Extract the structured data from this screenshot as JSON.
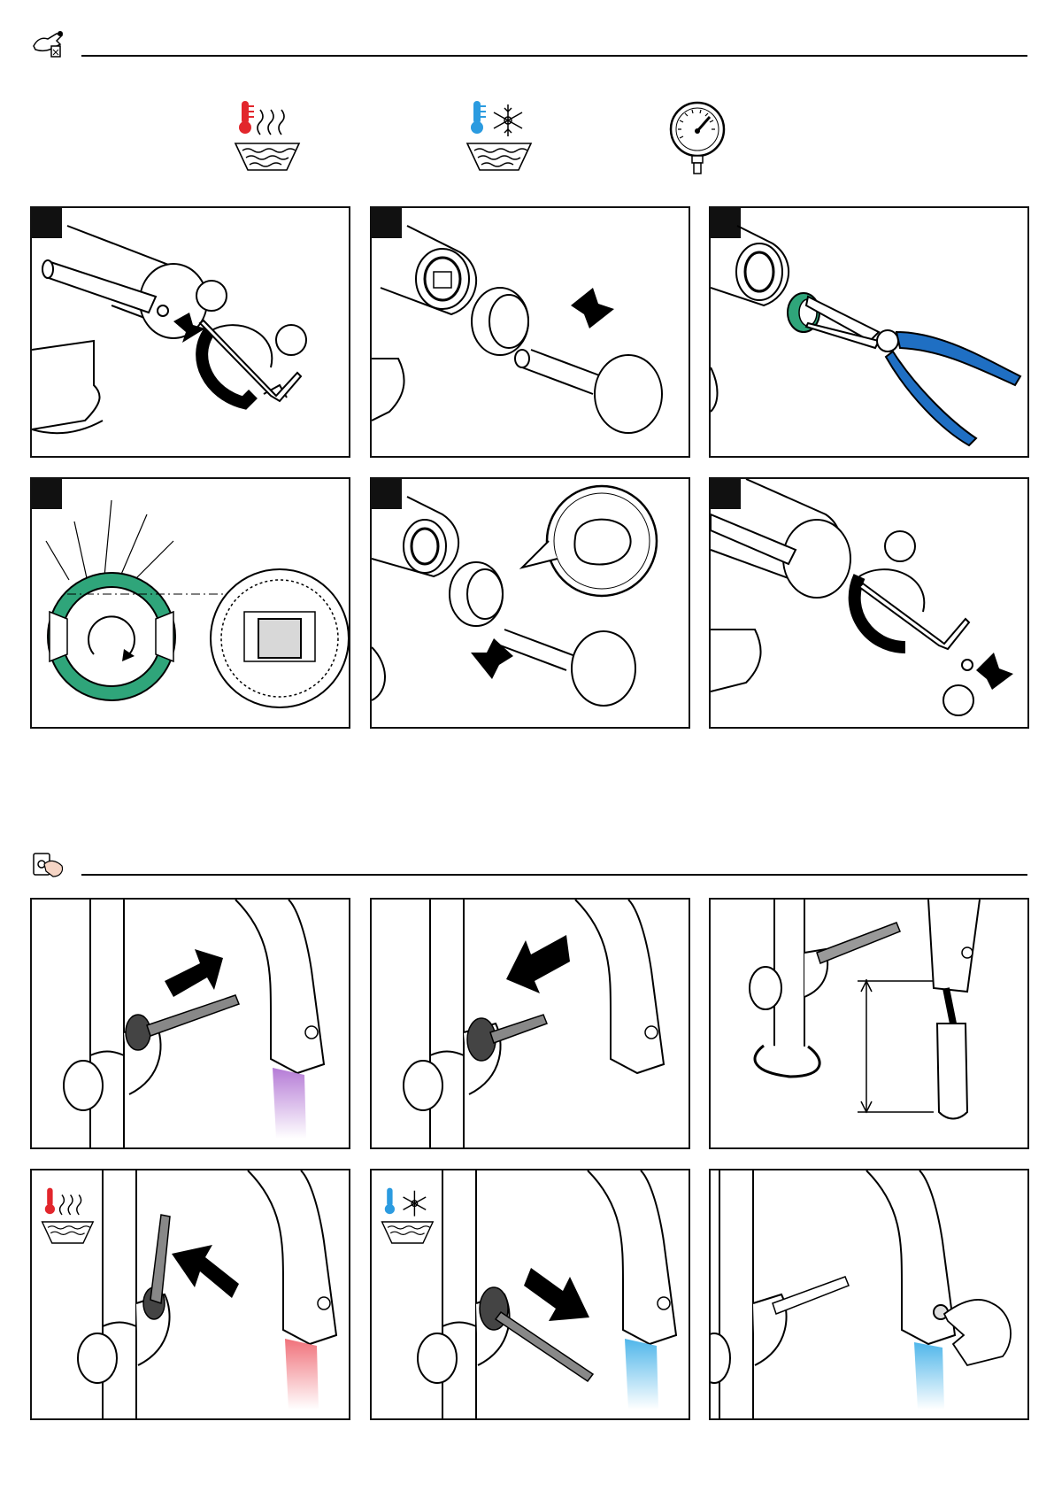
{
  "sections": [
    {
      "name": "maintenance",
      "icon": "hand-wrench-icon"
    },
    {
      "name": "operation",
      "icon": "hand-button-icon"
    }
  ],
  "requirements": [
    {
      "icon": "hot-water-thermometer-icon",
      "color": "#e2262c"
    },
    {
      "icon": "cold-water-snowflake-icon",
      "color": "#2b9be0"
    },
    {
      "icon": "pressure-gauge-icon",
      "color": "#000000"
    }
  ],
  "maintenance_steps": [
    {
      "step": "",
      "illustration": "loosen-grub-screw-with-allen-key"
    },
    {
      "step": "",
      "illustration": "remove-handle-and-sleeve"
    },
    {
      "step": "",
      "illustration": "remove-stop-ring-with-pliers"
    },
    {
      "step": "",
      "illustration": "align-stop-ring-on-cartridge"
    },
    {
      "step": "",
      "illustration": "refit-sleeve-and-handle"
    },
    {
      "step": "",
      "illustration": "tighten-grub-screw"
    }
  ],
  "operation_steps": [
    {
      "illustration": "lever-push-back-light-on"
    },
    {
      "illustration": "lever-pull-forward-light-off"
    },
    {
      "illustration": "pull-out-spray-hose"
    },
    {
      "illustration": "lever-left-hot-water",
      "light_color": "#f0717a"
    },
    {
      "illustration": "lever-right-cold-water",
      "light_color": "#4fb6ea"
    },
    {
      "illustration": "press-button-cold-water",
      "light_color": "#4fb6ea"
    }
  ],
  "colors": {
    "stop_ring_green": "#2fa57a",
    "pliers_blue": "#1f6fc3",
    "hot_red": "#e2262c",
    "cold_blue": "#2b9be0",
    "led_purple": "#b57bd6"
  }
}
